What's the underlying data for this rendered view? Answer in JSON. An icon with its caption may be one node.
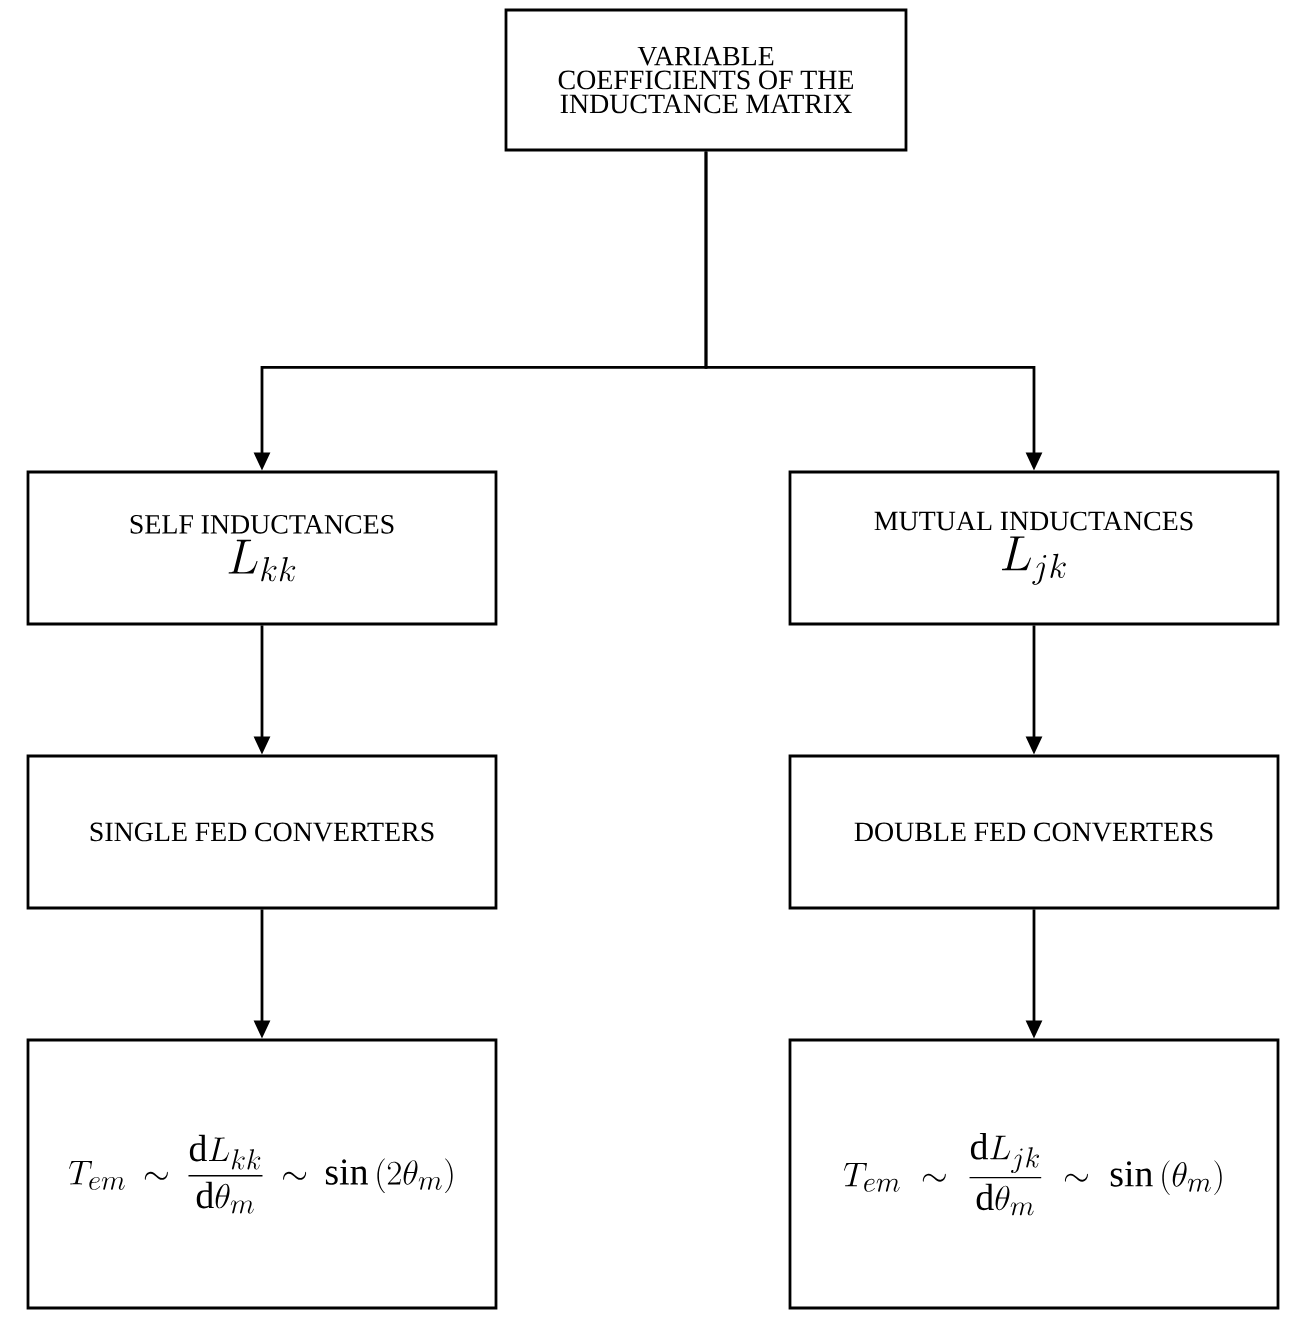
{
  "diagram": {
    "nodes": [
      {
        "text": [
          "VARIABLE COEFFICIENTS OF THE INDUCTANCE MATRIX"
        ]
      },
      {
        "text": [
          "SELF INDUCTANCES",
          "L_{kk}"
        ]
      },
      {
        "text": [
          "MUTUAL INDUCTANCES",
          "L_{jk}"
        ]
      },
      {
        "text": [
          "SINGLE FED CONVERTERS"
        ]
      },
      {
        "text": [
          "DOUBLE FED CONVERTERS"
        ]
      },
      {
        "text": [
          "T_{em} \\sim \\frac{\\mathrm{d}L_{kk}}{\\mathrm{d}\\theta_{m}} \\sim \\sin\\left(2\\theta_{m}\\right)"
        ]
      },
      {
        "text": [
          "T_{em} \\sim \\frac{\\mathrm{d}L_{jk}}{\\mathrm{d}\\theta_{m}} \\sim \\sin\\left(\\theta_{m}\\right)"
        ]
      }
    ],
    "edges": [
      {
        "from": 0,
        "to": 1,
        "arrow": "to"
      },
      {
        "from": 0,
        "to": 2,
        "arrow": "to"
      },
      {
        "from": 1,
        "to": 3,
        "arrow": "to"
      },
      {
        "from": 2,
        "to": 4,
        "arrow": "to"
      },
      {
        "from": 3,
        "to": 5,
        "arrow": "to"
      },
      {
        "from": 4,
        "to": 6,
        "arrow": "to"
      }
    ]
  }
}
